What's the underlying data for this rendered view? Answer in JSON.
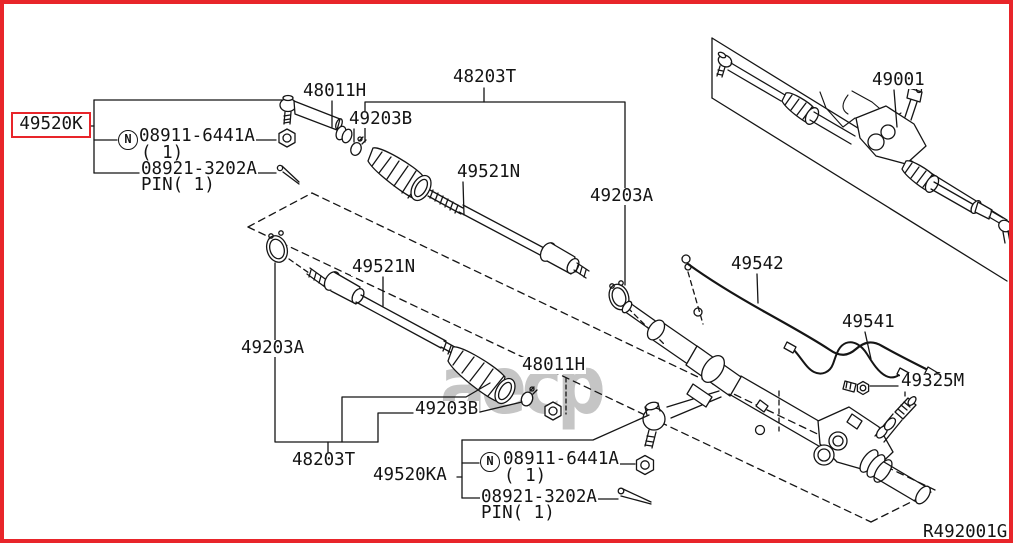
{
  "figure": {
    "border_color": "#e8252a",
    "line_color": "#141414",
    "drawing_number": "R492001G",
    "watermark_text": "aecp"
  },
  "highlighted_part": {
    "code": "49520K"
  },
  "callouts": {
    "gear_assembly": "49001",
    "tube_assembly": "49542",
    "hose_assembly": "49541",
    "sensor": "49325M",
    "tie_rod_assembly": "48203T",
    "inner_socket": "49521N",
    "boot_clamp_a": "49203A",
    "boot_clamp_b": "49203B",
    "washer": "48011H",
    "outer_kit_lower": "49520KA",
    "nut_symbol": "N",
    "nut_code": "08911-6441A",
    "nut_qty": "( 1)",
    "pin_code": "08921-3202A",
    "pin_qty": "PIN( 1)"
  }
}
